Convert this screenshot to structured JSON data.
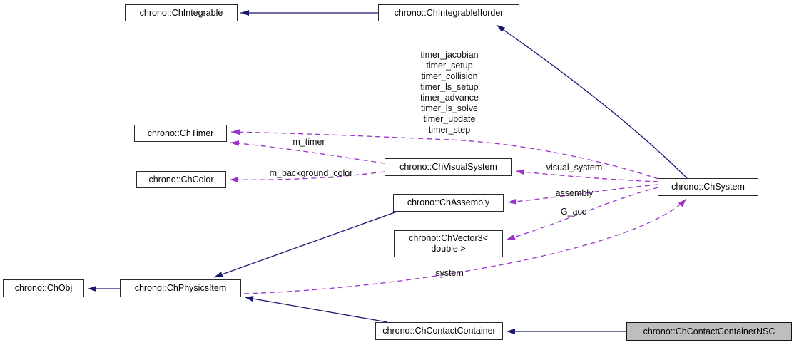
{
  "colors": {
    "inheritance_edge": "#191970",
    "usage_edge": "#9a32cd",
    "node_background": "#ffffff",
    "node_border": "#2a2a2a",
    "highlighted_node_background": "#bebebe",
    "text": "#000000",
    "canvas_background": "#ffffff"
  },
  "nodes": {
    "integrable": {
      "label": "chrono::ChIntegrable"
    },
    "integrable_ii_order": {
      "label": "chrono::ChIntegrableIIorder"
    },
    "timer": {
      "label": "chrono::ChTimer"
    },
    "color": {
      "label": "chrono::ChColor"
    },
    "visual_system": {
      "label": "chrono::ChVisualSystem"
    },
    "assembly": {
      "label": "chrono::ChAssembly"
    },
    "vector3": {
      "label_line1": "chrono::ChVector3<",
      "label_line2": "double >"
    },
    "system": {
      "label": "chrono::ChSystem"
    },
    "obj": {
      "label": "chrono::ChObj"
    },
    "physics_item": {
      "label": "chrono::ChPhysicsItem"
    },
    "contact_container": {
      "label": "chrono::ChContactContainer"
    },
    "contact_container_nsc": {
      "label": "chrono::ChContactContainerNSC",
      "highlighted": "true"
    }
  },
  "edge_labels": {
    "timer_stack": {
      "0": "timer_jacobian",
      "1": "timer_setup",
      "2": "timer_collision",
      "3": "timer_ls_setup",
      "4": "timer_advance",
      "5": "timer_ls_solve",
      "6": "timer_update",
      "7": "timer_step"
    },
    "m_timer": "m_timer",
    "m_background_color": "m_background_color",
    "visual_system": "visual_system",
    "assembly": "assembly",
    "g_acc": "G_acc",
    "system": "system"
  }
}
